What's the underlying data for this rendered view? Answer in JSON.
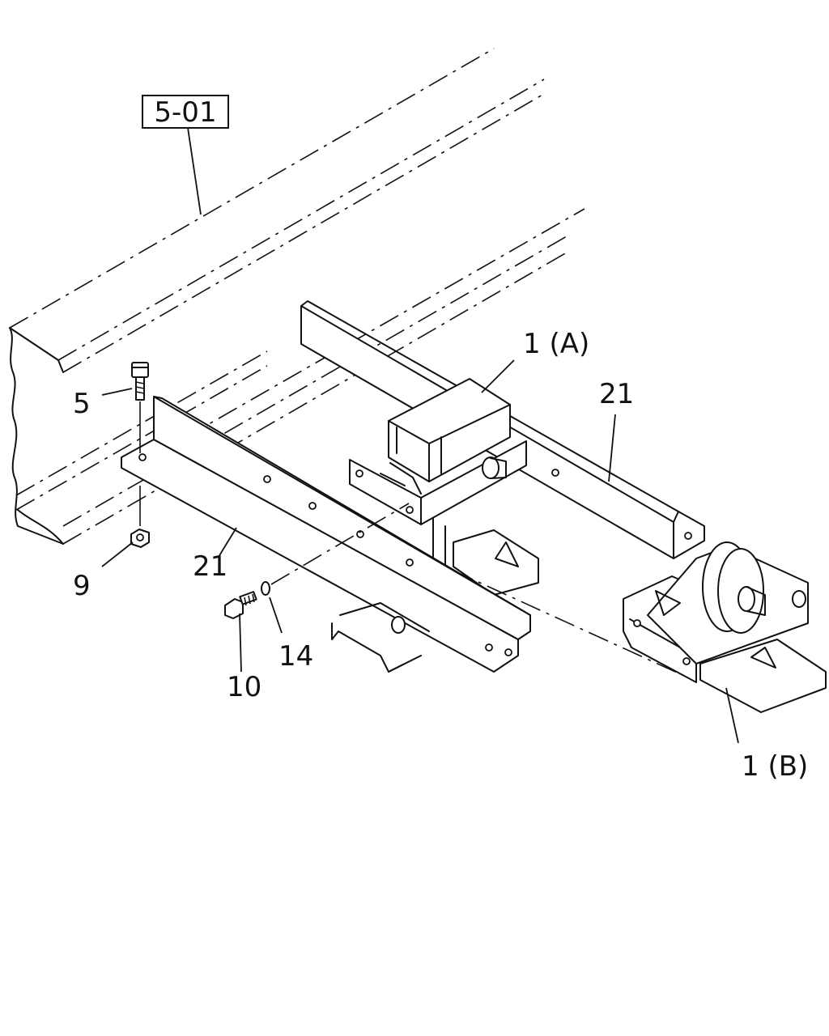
{
  "diagram": {
    "reference_box": "5-01",
    "callouts": [
      {
        "id": "c-1a",
        "text": "1 (A)"
      },
      {
        "id": "c-21-top",
        "text": "21"
      },
      {
        "id": "c-5",
        "text": "5"
      },
      {
        "id": "c-9",
        "text": "9"
      },
      {
        "id": "c-21-mid",
        "text": "21"
      },
      {
        "id": "c-14",
        "text": "14"
      },
      {
        "id": "c-10",
        "text": "10"
      },
      {
        "id": "c-1b",
        "text": "1 (B)"
      }
    ]
  }
}
